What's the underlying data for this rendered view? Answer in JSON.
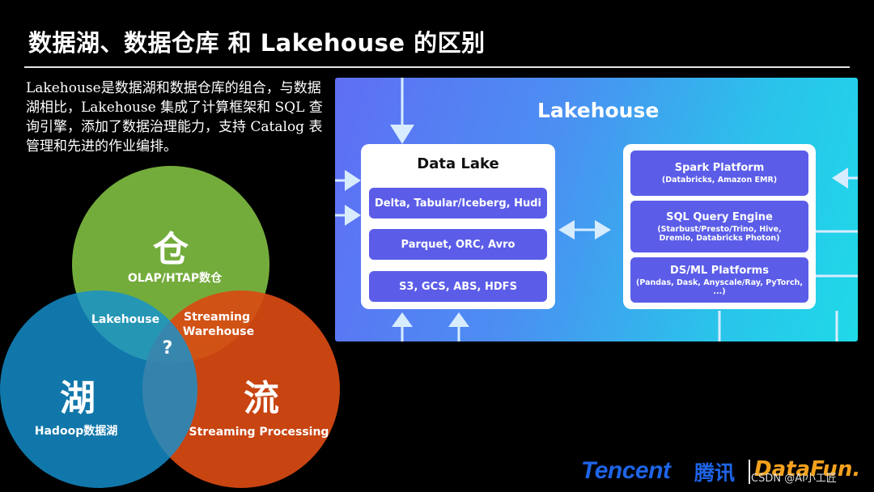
{
  "slide": {
    "title": "数据湖、数据仓库 和 Lakehouse 的区别",
    "intro": "Lakehouse是数据湖和数据仓库的组合，与数据湖相比，Lakehouse 集成了计算框架和 SQL 查询引擎，添加了数据治理能力，支持 Catalog 表管理和先进的作业编排。"
  },
  "venn": {
    "warehouse": {
      "big": "仓",
      "label": "OLAP/HTAP数仓",
      "color": "#74ac3c"
    },
    "lake": {
      "big": "湖",
      "label": "Hadoop数据湖",
      "color": "#1591d0"
    },
    "stream": {
      "big": "流",
      "label": "Streaming Processing",
      "color": "#d94a12"
    },
    "lakehouse_label": "Lakehouse",
    "streaming_warehouse_line1": "Streaming",
    "streaming_warehouse_line2": "Warehouse",
    "center_mark": "?"
  },
  "lakehouse": {
    "title": "Lakehouse",
    "data_lake": {
      "title": "Data Lake",
      "items": [
        "Delta, Tabular/Iceberg, Hudi",
        "Parquet, ORC, Avro",
        "S3, GCS, ABS, HDFS"
      ]
    },
    "platforms": [
      {
        "name": "Spark Platform",
        "detail": "(Databricks, Amazon EMR)"
      },
      {
        "name": "SQL Query Engine",
        "detail": "(Starbust/Presto/Trino, Hive, Dremio, Databricks Photon)"
      },
      {
        "name": "DS/ML Platforms",
        "detail": "(Pandas, Dask, Anyscale/Ray, PyTorch, ...)"
      }
    ]
  },
  "footer": {
    "logo": "Tencent",
    "logo_cn": "腾讯",
    "logo2": "DataFun.",
    "watermark": "CSDN @AI小工匠"
  }
}
